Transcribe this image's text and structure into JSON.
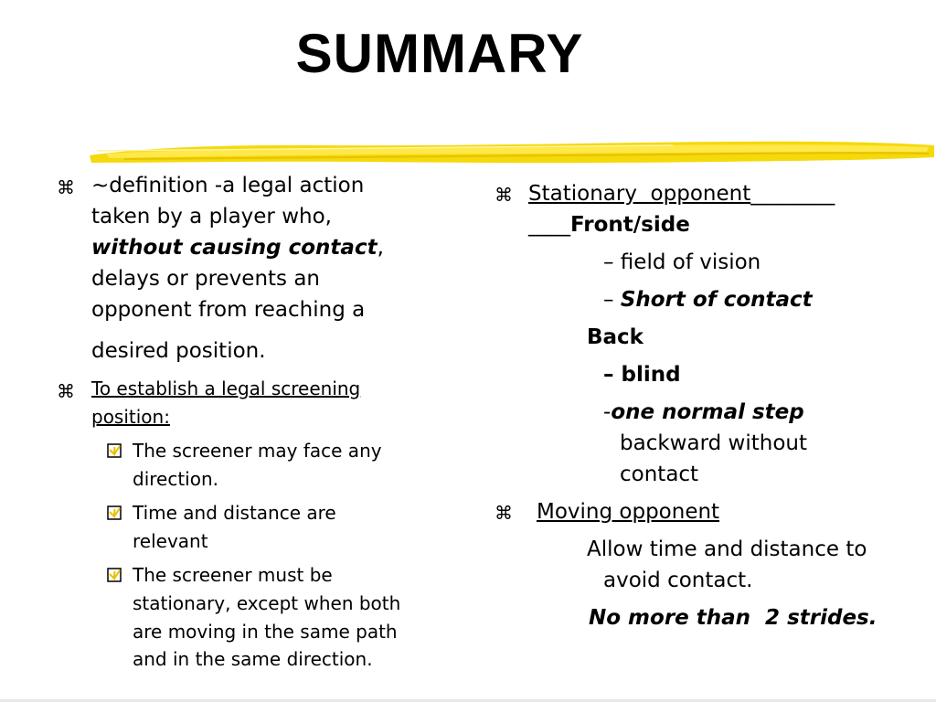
{
  "title": "SUMMARY",
  "bullet_symbol": "⌘",
  "left": {
    "p1": {
      "line1": "~definition -a legal action",
      "line2": "taken by a player who,",
      "line3_emph": "without causing contact",
      "line3_tail": ",",
      "line4": "delays or prevents an",
      "line5": "opponent from reaching a",
      "line6": "desired position."
    },
    "p2": {
      "line1": "To establish a legal screening",
      "line2": "position:"
    },
    "subitems": [
      {
        "lines": [
          "The screener may face any",
          "direction."
        ]
      },
      {
        "lines": [
          "Time and distance are",
          "relevant"
        ]
      },
      {
        "lines": [
          "The screener must be",
          "stationary, except when both",
          "are moving in the same path",
          "and in the same direction."
        ]
      }
    ]
  },
  "right": {
    "stationary_label": "Stationary  opponent",
    "stationary_blank": "________",
    "front_blank": "____",
    "front_side": "Front/side",
    "field_of_vision": "– field of vision",
    "dash": "– ",
    "short_of_contact": "Short of contact",
    "back": "Back",
    "blind": "– blind",
    "hyphen": "-",
    "one_normal_step": "one normal step",
    "backward_without": "backward without",
    "contact": "contact",
    "moving_opponent": "Moving opponent",
    "allow_time": "Allow time and distance to",
    "avoid_contact": "avoid contact.",
    "no_more_than": "No more than  2 strides."
  }
}
